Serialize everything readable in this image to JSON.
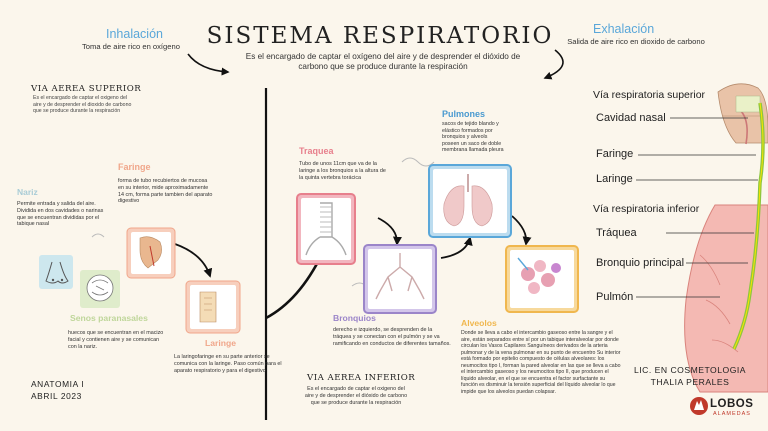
{
  "title": "SISTEMA RESPIRATORIO",
  "subtitle": "Es el encargado de captar el oxígeno del aire y de desprender el dióxido de carbono que se produce durante la respiración",
  "inhalacion": {
    "heading": "Inhalación",
    "text": "Toma de aire rico en oxígeno"
  },
  "exhalacion": {
    "heading": "Exhalación",
    "text": "Salida de aire rico en dioxido de carbono"
  },
  "via_superior": {
    "heading": "VIA AEREA SUPERIOR",
    "text": "Es el encargado de captar el oxigeno del aire y de desprender el dioxido de carbono que se produce durante la respiración"
  },
  "via_inferior": {
    "heading": "VIA AEREA INFERIOR",
    "text": "Es el encargado de captar el oxigeno del aire y de desprender el dióxido de carbono que se produce durante la respiración"
  },
  "organs": {
    "nariz": {
      "heading": "Nariz",
      "text": "Permite entrada y salida del aire. Dividida en dos cavidades o narinas que se encuentran divididas por el tabique nasal"
    },
    "faringe": {
      "heading": "Faringe",
      "text": "forma de tubo recubiertos de mucosa en su interior, mide aproximadamente 14 cm, forma parte tambien del aparato digestivo"
    },
    "senos": {
      "heading": "Senos paranasales",
      "text": "huecos que se encuentran en el macizo facial y contienen aire y se comunican con la nariz."
    },
    "laringe": {
      "heading": "Laringe",
      "text": "La laringofaringe en su parte anterior se comunica con la laringe. Paso común para el aparato respiratorio y para el digestivo"
    },
    "traquea": {
      "heading": "Traquea",
      "text": "Tubo de unos 11cm que va de la laringe a los bronquios a la altura de la quinta vertebra torácica"
    },
    "pulmones": {
      "heading": "Pulmones",
      "text": "sacos de tejido blando y elástico formados por bronquios y alveols poseen un saco de doble membrana llamada pleura"
    },
    "bronquios": {
      "heading": "Bronquios",
      "text": "derecho e izquierdo, se desprenden de la tráquea y se conectan con el pulmón y se va ramificando en conductos de diferentes tamaños."
    },
    "alveolos": {
      "heading": "Alveolos",
      "text": "Donde se lleva a cabo el intercambio gaseoso entre la sangre y el aire, están separados entre sí por un tabique interalveolar por donde circulan los Vasos Capilares Sanguíneos derivados de la arteria pulmonar y de la vena pulmonar en su punto de encuentro Su interior está formado por epitelio compuesto de células alveolares: los neumocitos tipo I, forman la pared alveolar en las que se lleva a cabo el intercambio gaseoso y los neumocitos tipo II, que producen el líquido alveolar, en el que se encuentra el factor surfactante su función es disminuir la tensión superficial del líquido alveolar lo que impide que los alveolos puedan colapsar."
    }
  },
  "anatomy_labels": {
    "upper_heading": "Vía respiratoria superior",
    "upper": [
      "Cavidad nasal",
      "Faringe",
      "Laringe"
    ],
    "lower_heading": "Vía respiratoria inferior",
    "lower": [
      "Tráquea",
      "Bronquio principal",
      "Pulmón"
    ]
  },
  "footer": {
    "course": "ANATOMIA I",
    "date": "ABRIL 2023",
    "author_line1": "LIC. EN COSMETOLOGIA",
    "author_line2": "THALIA PERALES",
    "logo": "LOBOS",
    "logo_sub": "ALAMEDAS"
  },
  "colors": {
    "background": "#fbf6ec",
    "accent_blue": "#5aa7d9",
    "trachea_pink": "#e77f8c",
    "pharynx_peach": "#f0a68a",
    "sinus_green": "#bfd69a",
    "bronchi_purple": "#9b85c9",
    "alveoli_yellow": "#f0b74e",
    "logo_red": "#c0392b"
  }
}
